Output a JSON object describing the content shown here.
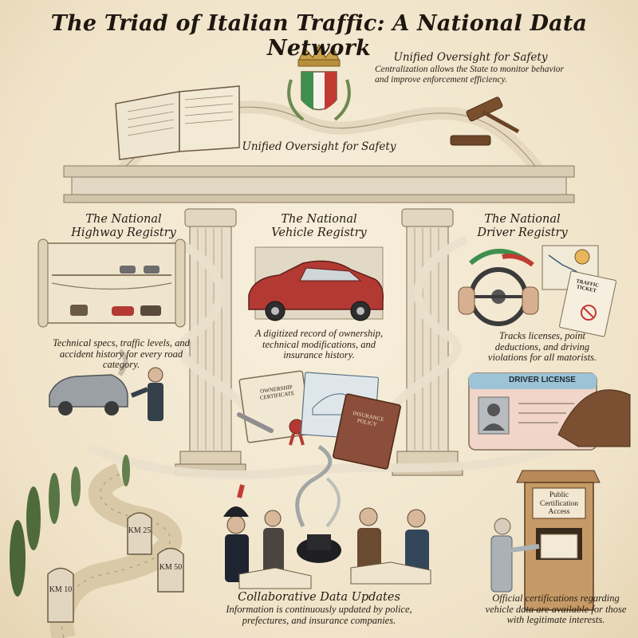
{
  "title": "The Triad of Italian Traffic: A National Data Network",
  "oversight": {
    "heading": "Unified Oversight for Safety",
    "description": "Centralization allows the State to monitor behavior and improve enforcement efficiency.",
    "center_label": "Unified Oversight for Safety"
  },
  "pillars": [
    {
      "heading": "The National Highway Registry",
      "description": "Technical specs, traffic levels, and accident history for every road category."
    },
    {
      "heading": "The National Vehicle Registry",
      "description": "A digitized record of ownership, technical modifications, and insurance history."
    },
    {
      "heading": "The National Driver Registry",
      "description": "Tracks licenses, point deductions, and driving violations for all matorists."
    }
  ],
  "collaboration": {
    "heading": "Collaborative Data Updates",
    "description": "Information is continuously updated by police, prefectures, and insurance companies."
  },
  "certification": {
    "booth_sign": "Public Certification Access",
    "description": "Official certifications regarding vehicle data are available for those with legitimate interests."
  },
  "documents": {
    "ownership": "OWNERSHIP CERTIFICATE",
    "insurance": "INSURANCE POLICY",
    "license": "DRIVER LICENSE",
    "ticket": "TRAFFIC TICKET"
  },
  "milestones": [
    "KM 10",
    "KM 25",
    "KM 50"
  ],
  "colors": {
    "flag_green": "#3f8f4e",
    "flag_white": "#f6f3ea",
    "flag_red": "#c23b32",
    "car_red": "#b23a33",
    "ink": "#2b2218"
  }
}
